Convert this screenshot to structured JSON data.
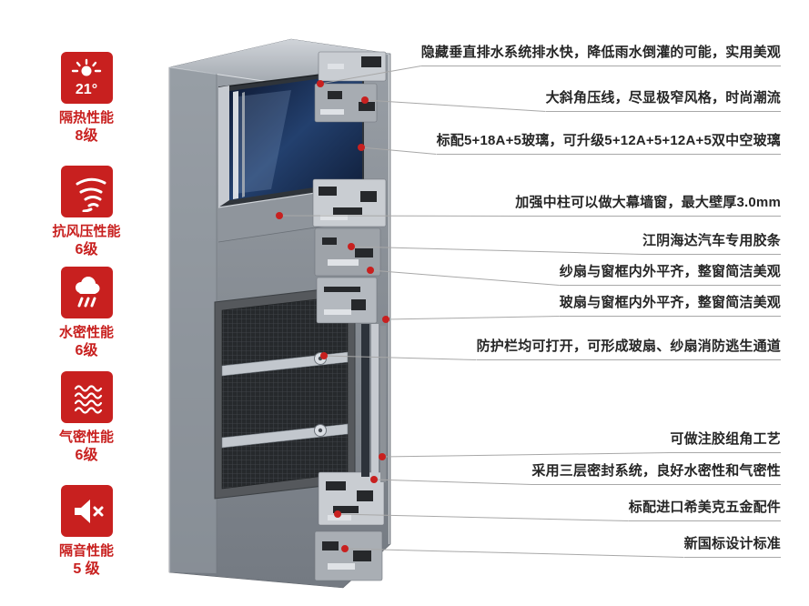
{
  "performance_badges": [
    {
      "label": "隔热性能",
      "grade": "8级",
      "icon": "thermal-sun-icon",
      "icon_text": "21°"
    },
    {
      "label": "抗风压性能",
      "grade": "6级",
      "icon": "tornado-icon"
    },
    {
      "label": "水密性能",
      "grade": "6级",
      "icon": "rain-cloud-icon"
    },
    {
      "label": "气密性能",
      "grade": "6级",
      "icon": "waves-icon"
    },
    {
      "label": "隔音性能",
      "grade": "5 级",
      "icon": "muted-speaker-icon"
    }
  ],
  "callouts": [
    {
      "text": "隐藏垂直排水系统排水快，降低雨水倒灌的可能，实用美观"
    },
    {
      "text": "大斜角压线，尽显极窄风格，时尚潮流"
    },
    {
      "text": "标配5+18A+5玻璃，可升级5+12A+5+12A+5双中空玻璃"
    },
    {
      "text": "加强中柱可以做大幕墙窗，最大壁厚3.0mm"
    },
    {
      "text": "江阴海达汽车专用胶条"
    },
    {
      "text": "纱扇与窗框内外平齐，整窗简洁美观"
    },
    {
      "text": "玻扇与窗框内外平齐，整窗简洁美观"
    },
    {
      "text": "防护栏均可打开，可形成玻扇、纱扇消防逃生通道"
    },
    {
      "text": "可做注胶组角工艺"
    },
    {
      "text": "采用三层密封系统，良好水密性和气密性"
    },
    {
      "text": "标配进口希美克五金配件"
    },
    {
      "text": "新国标设计标准"
    }
  ],
  "colors": {
    "accent_red": "#c8201f",
    "callout_text": "#262626",
    "leader_line": "#a8a8a8",
    "background": "#ffffff"
  }
}
